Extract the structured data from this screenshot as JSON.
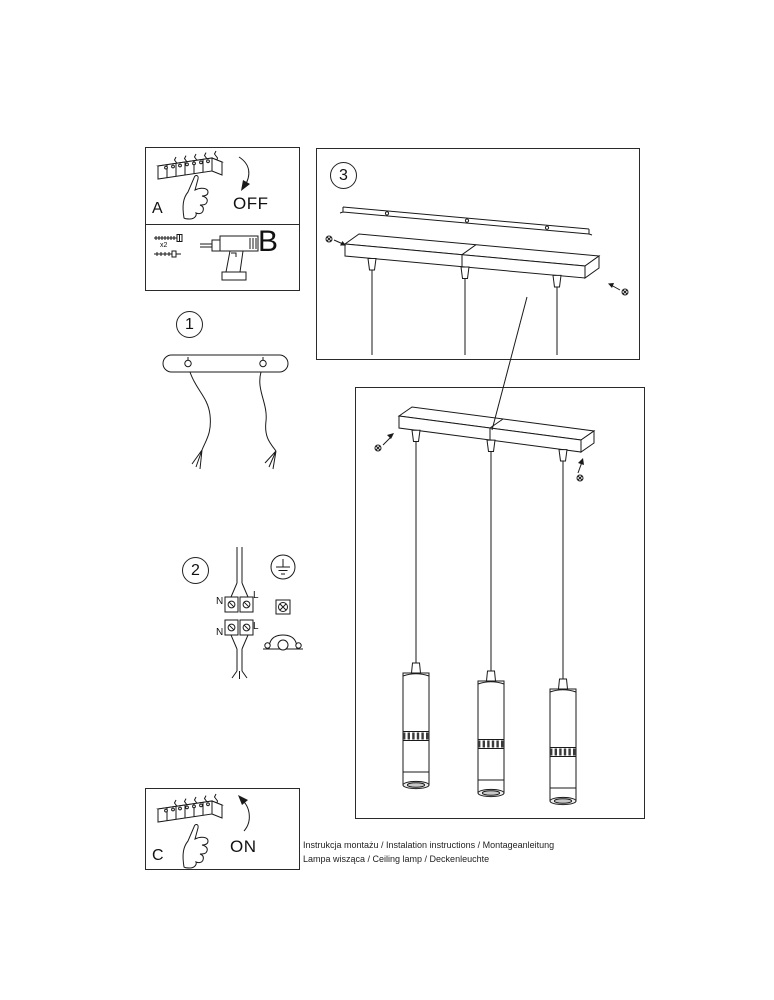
{
  "steps": {
    "step1": "1",
    "step2": "2",
    "step3": "3"
  },
  "panels": {
    "a_label": "A",
    "b_label": "B",
    "c_label": "C",
    "off_label": "OFF",
    "on_label": "ON",
    "screw_count_label": "x2"
  },
  "wiring": {
    "n_top": "N",
    "l_top": "L",
    "n_bottom": "N",
    "l_bottom": "L"
  },
  "footer": {
    "line1": "Instrukcja montażu / Instalation instructions / Montageanleitung",
    "line2": "Lampa wisząca / Ceiling lamp / Deckenleuchte"
  },
  "colors": {
    "line": "#1a1a1a",
    "background": "#ffffff"
  }
}
